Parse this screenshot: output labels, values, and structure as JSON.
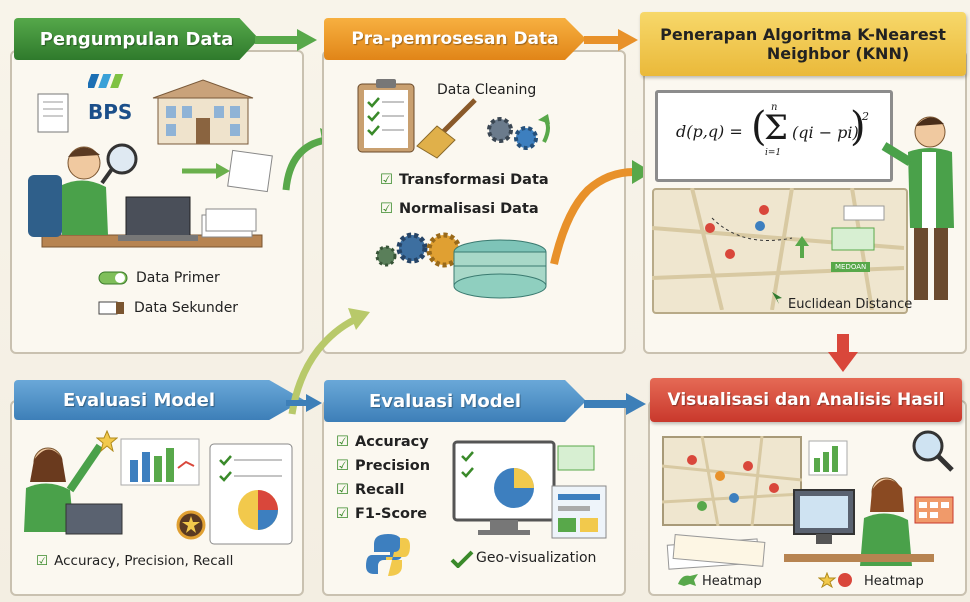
{
  "stages": {
    "s1": {
      "title": "Pengumpulan Data",
      "color": "#3f8f3a",
      "logo": "BPS",
      "items": [
        "Data Primer",
        "Data Sekunder"
      ]
    },
    "s2": {
      "title": "Pra-pemrosesan Data",
      "color": "#ee9a2a",
      "items": [
        "Data Cleaning",
        "Transformasi Data",
        "Normalisasi Data"
      ]
    },
    "s3": {
      "title_line1": "Penerapan Algoritma K-Nearest",
      "title_line2": "Neighbor (KNN)",
      "color": "#f2c94c",
      "formula_lhs": "d(p,q) =",
      "formula_sum_top": "n",
      "formula_sum_bottom": "i=1",
      "formula_body": "(qi − pi)",
      "formula_exp": "2",
      "map_tag": "MEDOAN",
      "caption": "Euclidean Distance"
    },
    "s4": {
      "title": "Evaluasi Model",
      "color": "#4f93c8",
      "caption": "Accuracy, Precision, Recall"
    },
    "s5": {
      "title": "Evaluasi Model",
      "color": "#4f93c8",
      "items": [
        "Accuracy",
        "Precision",
        "Recall",
        "F1-Score"
      ],
      "caption": "Geo-visualization"
    },
    "s6": {
      "title": "Visualisasi dan Analisis Hasil",
      "color": "#d9473b",
      "captions": [
        "Heatmap",
        "Heatmap"
      ]
    }
  }
}
